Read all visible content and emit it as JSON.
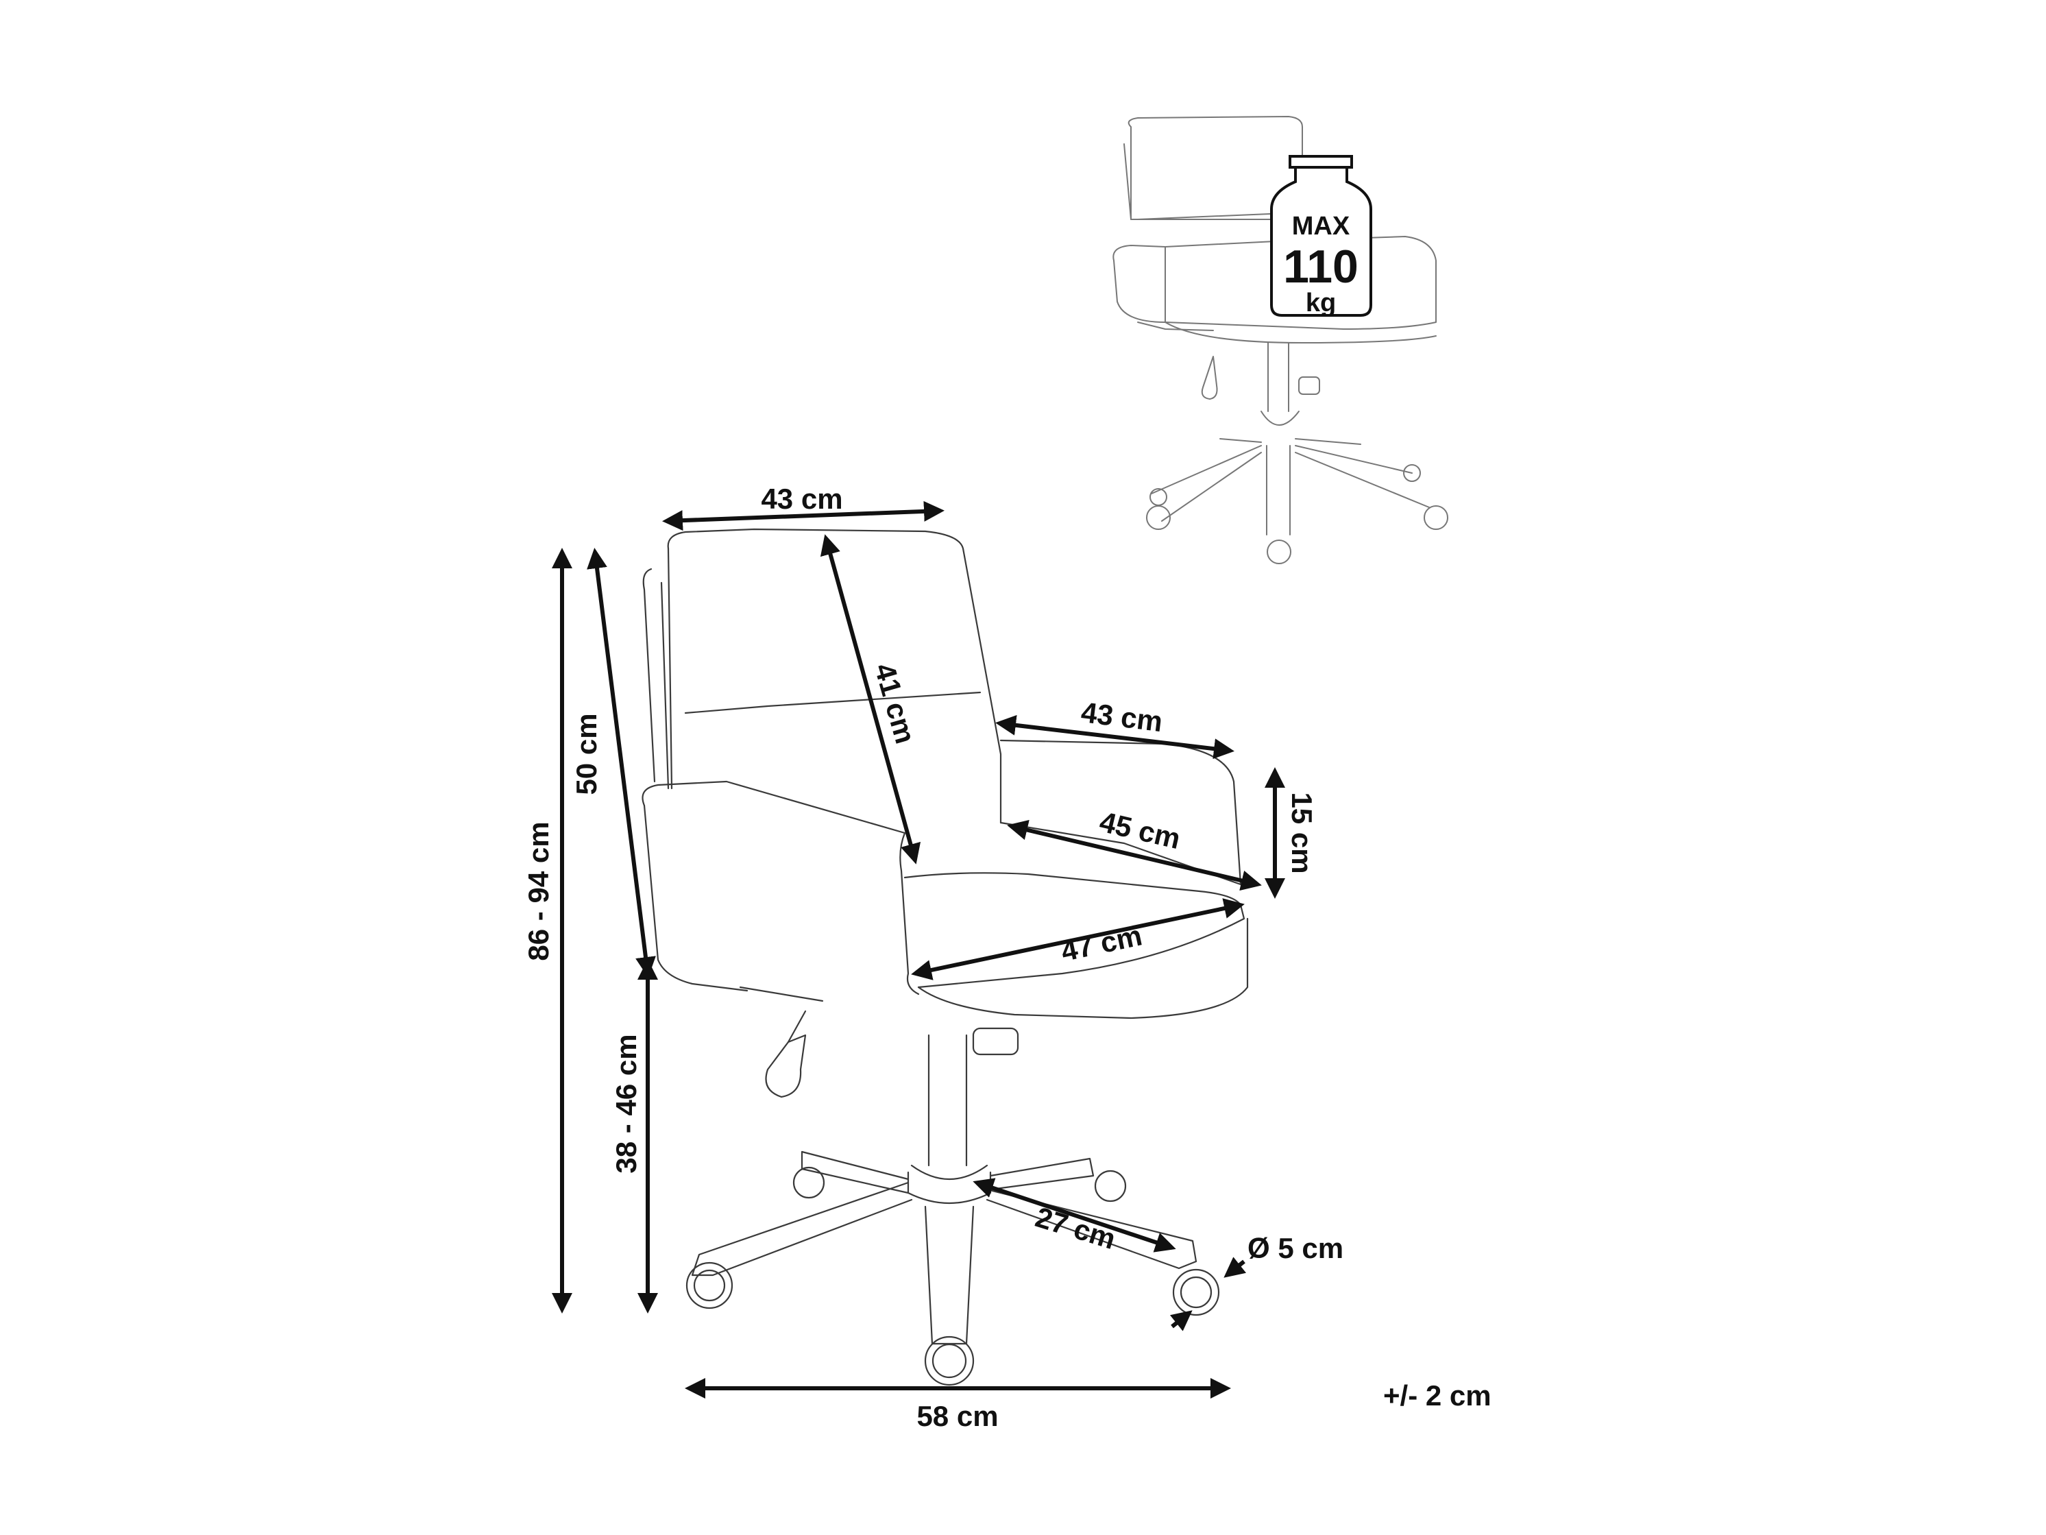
{
  "colors": {
    "line": "#3a3a3a",
    "dimension": "#111111",
    "background": "#ffffff"
  },
  "weight_badge": {
    "top": "MAX",
    "value": "110",
    "unit": "kg"
  },
  "dimensions": {
    "back_width": "43 cm",
    "back_height": "41 cm",
    "armrest_length": "43 cm",
    "armrest_height": "15 cm",
    "seat_depth": "45 cm",
    "seat_width": "47 cm",
    "back_to_seat_height": "50 cm",
    "total_height": "86 - 94 cm",
    "seat_height": "38 - 46 cm",
    "base_radius": "27 cm",
    "wheel_diameter": "Ø 5 cm",
    "base_width": "58 cm"
  },
  "tolerance": "+/- 2 cm"
}
